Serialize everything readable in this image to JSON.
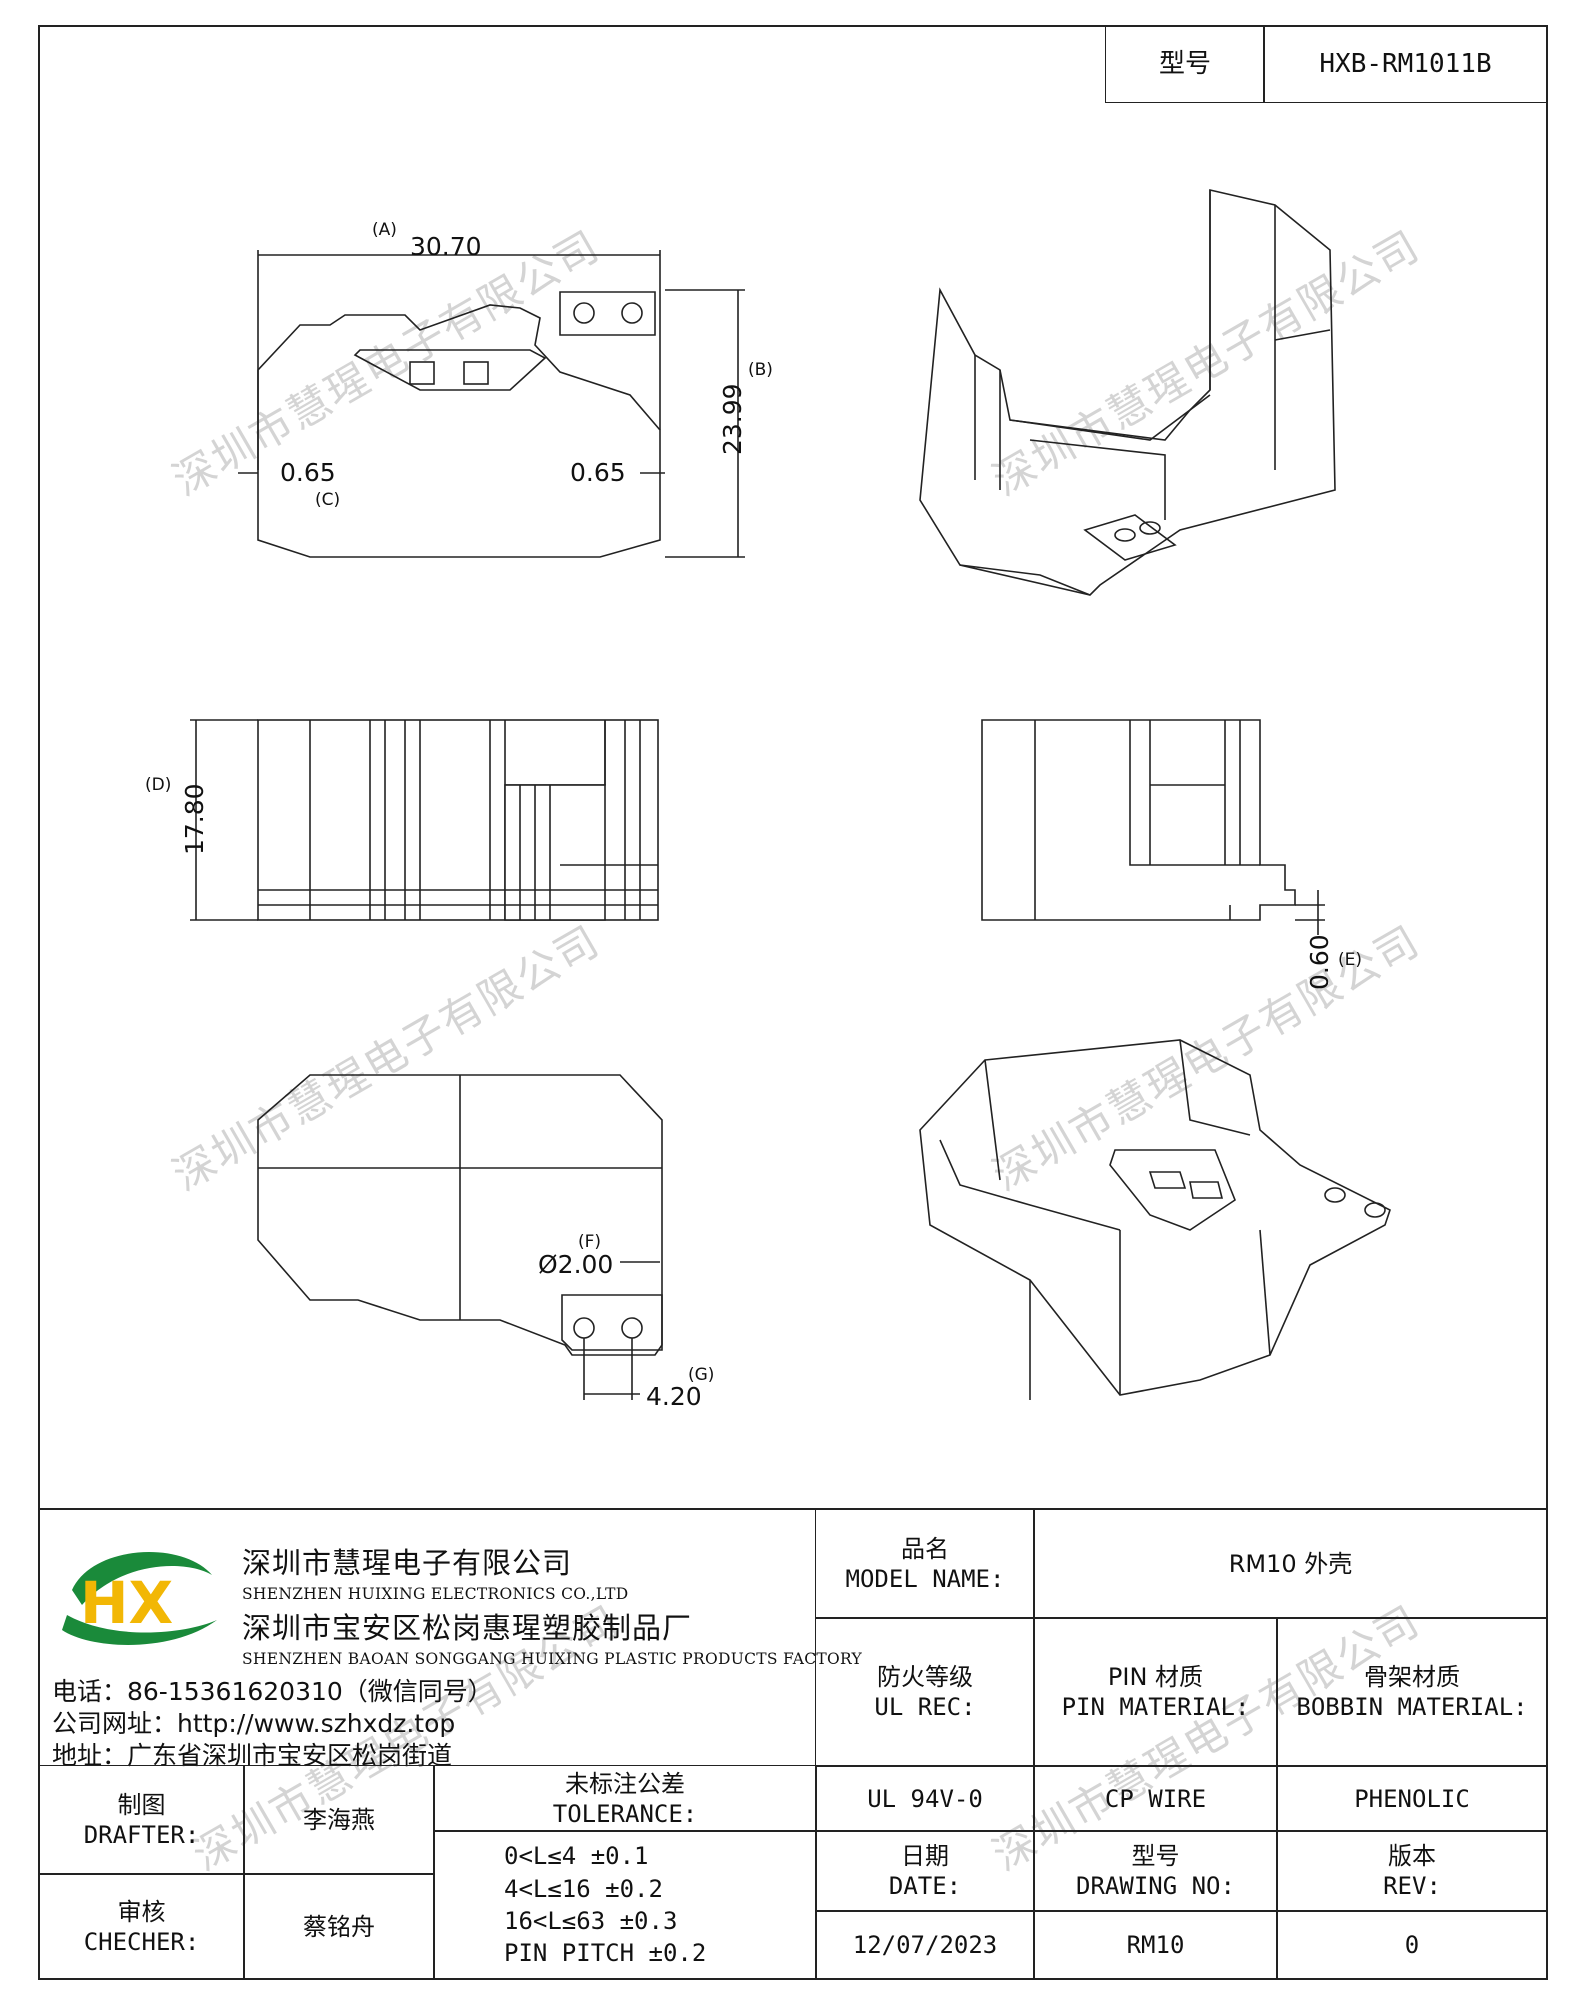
{
  "header": {
    "model_label": "型号",
    "model_value": "HXB-RM1011B"
  },
  "watermark": "深圳市慧瑆电子有限公司",
  "dimensions": {
    "a_label": "(A)",
    "a_value": "30.70",
    "b_label": "(B)",
    "b_value": "23.99",
    "c_label": "(C)",
    "c_left": "0.65",
    "c_right": "0.65",
    "d_label": "(D)",
    "d_value": "17.80",
    "e_label": "(E)",
    "e_value": "0.60",
    "f_label": "(F)",
    "f_value": "Ø2.00",
    "g_label": "(G)",
    "g_value": "4.20"
  },
  "company": {
    "logo_text": "HX",
    "name_cn": "深圳市慧瑆电子有限公司",
    "name_en": "SHENZHEN HUIXING ELECTRONICS CO.,LTD",
    "factory_cn": "深圳市宝安区松岗惠瑆塑胶制品厂",
    "factory_en": "SHENZHEN BAOAN SONGGANG HUIXING PLASTIC PRODUCTS FACTORY",
    "phone": "电话：86-15361620310（微信同号）",
    "website": "公司网址：http://www.szhxdz.top",
    "address": "地址：广东省深圳市宝安区松岗街道"
  },
  "title_block": {
    "model_name_cn": "品名",
    "model_name_en": "MODEL NAME:",
    "model_name_value": "RM10 外壳",
    "ul_cn": "防火等级",
    "ul_en": "UL REC:",
    "ul_value": "UL 94V-0",
    "pin_cn": "PIN 材质",
    "pin_en": "PIN MATERIAL:",
    "pin_value": "CP WIRE",
    "bobbin_cn": "骨架材质",
    "bobbin_en": "BOBBIN MATERIAL:",
    "bobbin_value": "PHENOLIC",
    "drafter_cn": "制图",
    "drafter_en": "DRAFTER:",
    "drafter_value": "李海燕",
    "checker_cn": "审核",
    "checker_en": "CHECHER:",
    "checker_value": "蔡铭舟",
    "tolerance_cn": "未标注公差",
    "tolerance_en": "TOLERANCE:",
    "tolerance_lines": [
      "0<L≤4  ±0.1",
      "4<L≤16  ±0.2",
      "16<L≤63  ±0.3",
      "PIN PITCH  ±0.2"
    ],
    "date_cn": "日期",
    "date_en": "DATE:",
    "date_value": "12/07/2023",
    "drawing_cn": "型号",
    "drawing_en": "DRAWING NO:",
    "drawing_value": "RM10",
    "rev_cn": "版本",
    "rev_en": "REV:",
    "rev_value": "0"
  }
}
